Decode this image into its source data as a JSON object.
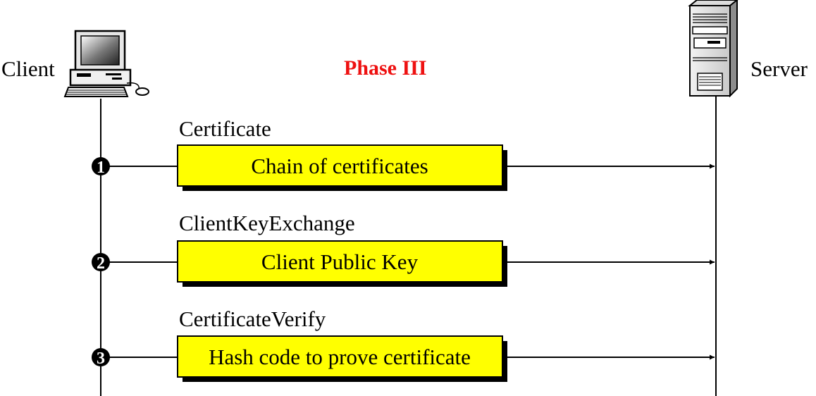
{
  "header": {
    "client_label": "Client",
    "server_label": "Server",
    "phase_title": "Phase III",
    "phase_color": "#ee1111"
  },
  "colors": {
    "message_box": "#ffff00"
  },
  "messages": [
    {
      "number": "1",
      "name": "Certificate",
      "content": "Chain of certificates"
    },
    {
      "number": "2",
      "name": "ClientKeyExchange",
      "content": "Client Public Key"
    },
    {
      "number": "3",
      "name": "CertificateVerify",
      "content": "Hash code to prove certificate"
    }
  ]
}
